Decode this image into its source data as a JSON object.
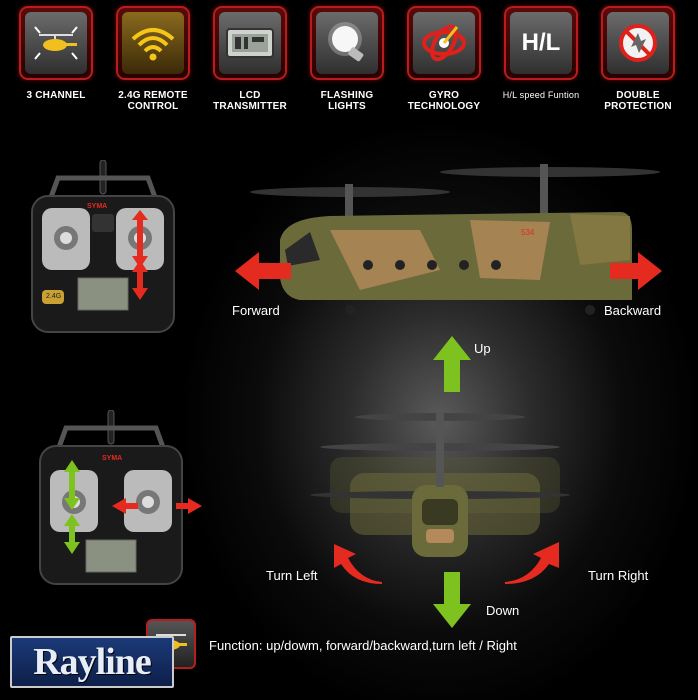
{
  "features": [
    {
      "icon": "helicopter-icon",
      "label": "3 CHANNEL"
    },
    {
      "icon": "wifi-signal-icon",
      "label": "2.4G REMOTE CONTROL"
    },
    {
      "icon": "lcd-screen-icon",
      "label": "LCD TRANSMITTER"
    },
    {
      "icon": "light-bulb-icon",
      "label": "FLASHING LIGHTS"
    },
    {
      "icon": "gyro-icon",
      "label": "GYRO TECHNOLOGY"
    },
    {
      "icon": "hl-switch-icon",
      "label": "H/L speed Funtion",
      "text": "H/L"
    },
    {
      "icon": "protection-icon",
      "label": "DOUBLE PROTECTION"
    }
  ],
  "remote_brand": "SYMA",
  "remote_badge": "2.4G",
  "directions": {
    "forward": "Forward",
    "backward": "Backward",
    "up": "Up",
    "down": "Down",
    "turn_left": "Turn Left",
    "turn_right": "Turn Right"
  },
  "function_text": "Function: up/dowm, forward/backward,turn left / Right",
  "brand": "Rayline",
  "heli_number": "534",
  "colors": {
    "arrow_red": "#e52a1f",
    "arrow_green": "#7dc21f",
    "tile_border": "#b81d1d"
  }
}
